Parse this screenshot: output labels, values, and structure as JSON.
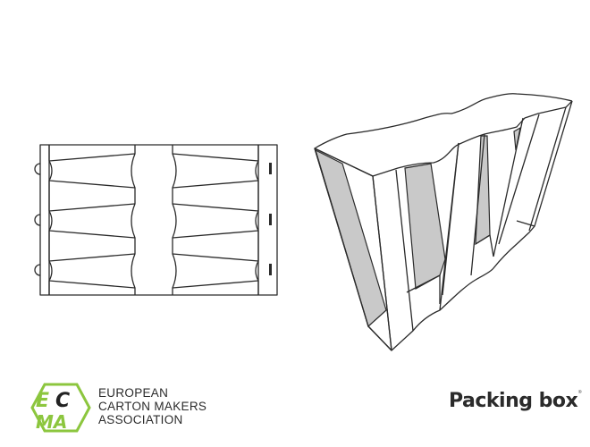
{
  "logo": {
    "monogram": "ECMA",
    "color": "#8cc63e"
  },
  "organization": {
    "lines": [
      "EUROPEAN",
      "CARTON MAKERS",
      "ASSOCIATION"
    ]
  },
  "title": "Packing box",
  "title_mark": "®",
  "colors": {
    "line": "#2a2a2a",
    "shade": "#c9c9c9"
  }
}
